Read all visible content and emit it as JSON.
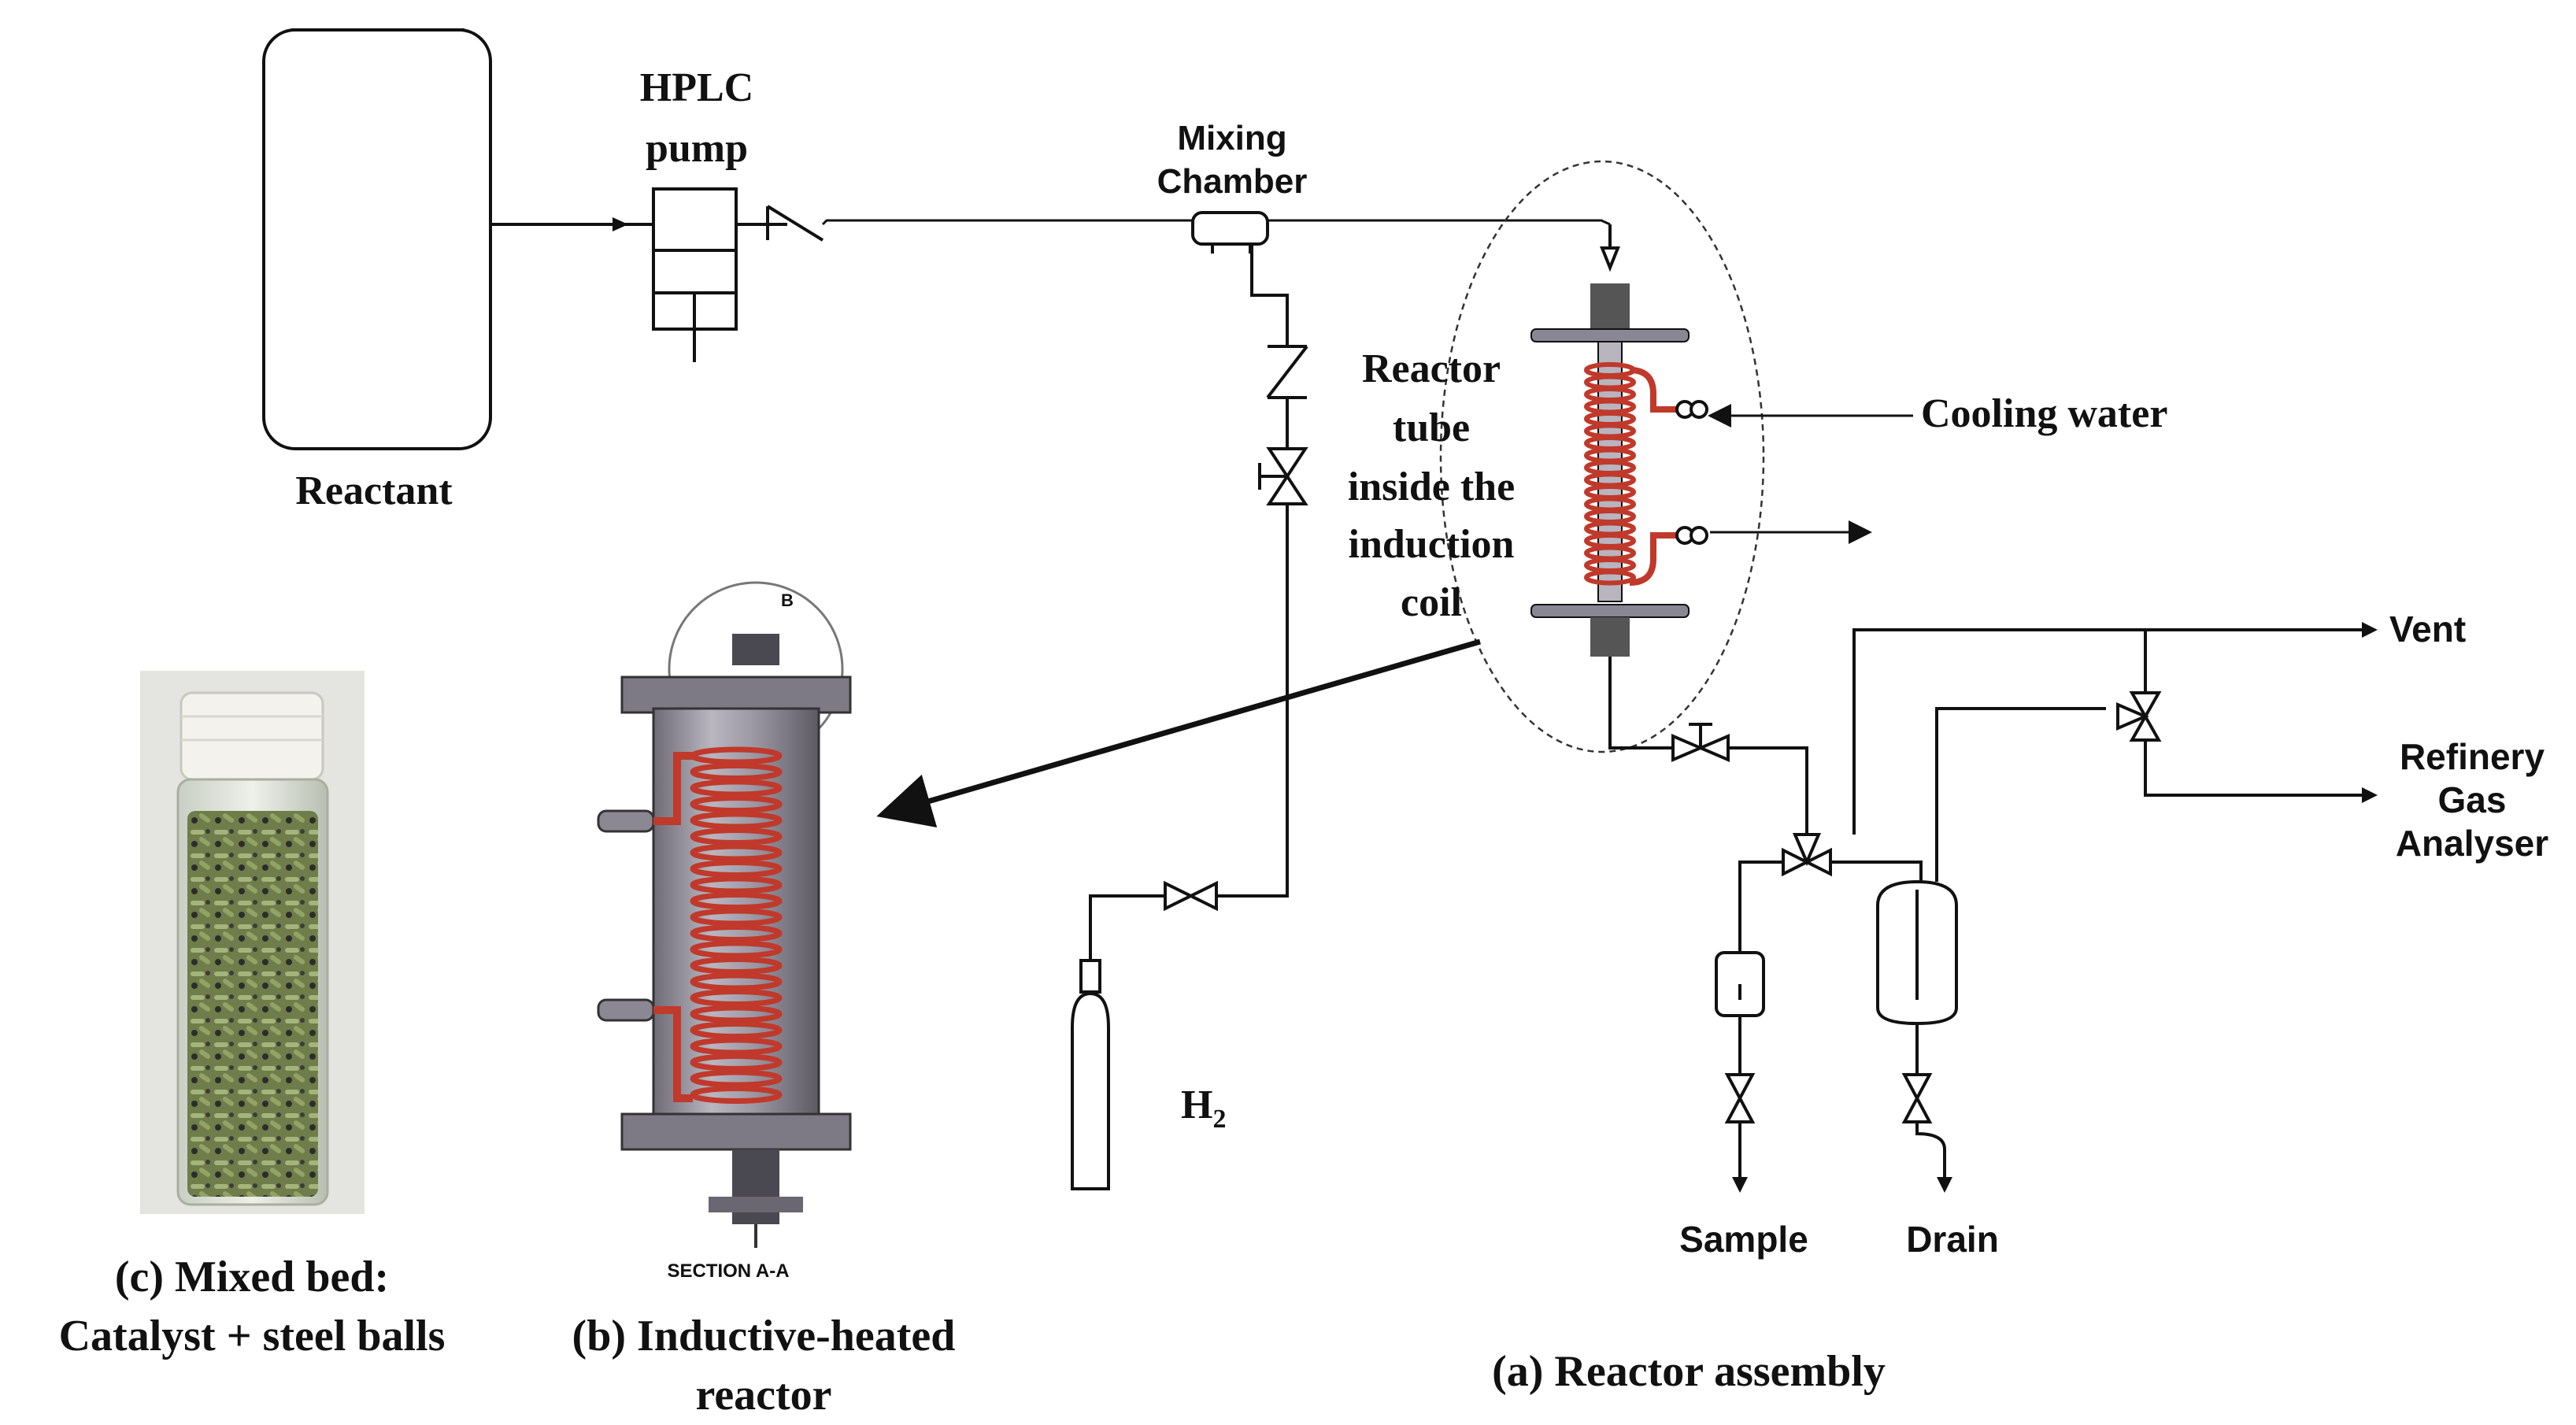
{
  "labels": {
    "reactant": "Reactant",
    "hplc_pump_line1": "HPLC",
    "hplc_pump_line2": "pump",
    "mixing_chamber_line1": "Mixing",
    "mixing_chamber_line2": "Chamber",
    "reactor_tube_line1": "Reactor",
    "reactor_tube_line2": "tube",
    "reactor_tube_line3": "inside the",
    "reactor_tube_line4": "induction",
    "reactor_tube_line5": "coil",
    "cooling_water": "Cooling water",
    "h2_main": "H",
    "h2_sub": "2",
    "vent": "Vent",
    "refinery_line1": "Refinery",
    "refinery_line2": "Gas",
    "refinery_line3": "Analyser",
    "sample": "Sample",
    "drain": "Drain",
    "section": "SECTION A-A",
    "detail_b": "B"
  },
  "captions": {
    "a": "(a) Reactor assembly",
    "b_line1": "(b) Inductive-heated",
    "b_line2": "reactor",
    "c_line1": "(c) Mixed bed:",
    "c_line2": "Catalyst + steel balls"
  },
  "colors": {
    "line": "#111111",
    "coil": "#c0392b",
    "reactor_body": "#8d8a95",
    "vial_cap": "#eeeeea",
    "catalyst": "#8a9a5b"
  }
}
